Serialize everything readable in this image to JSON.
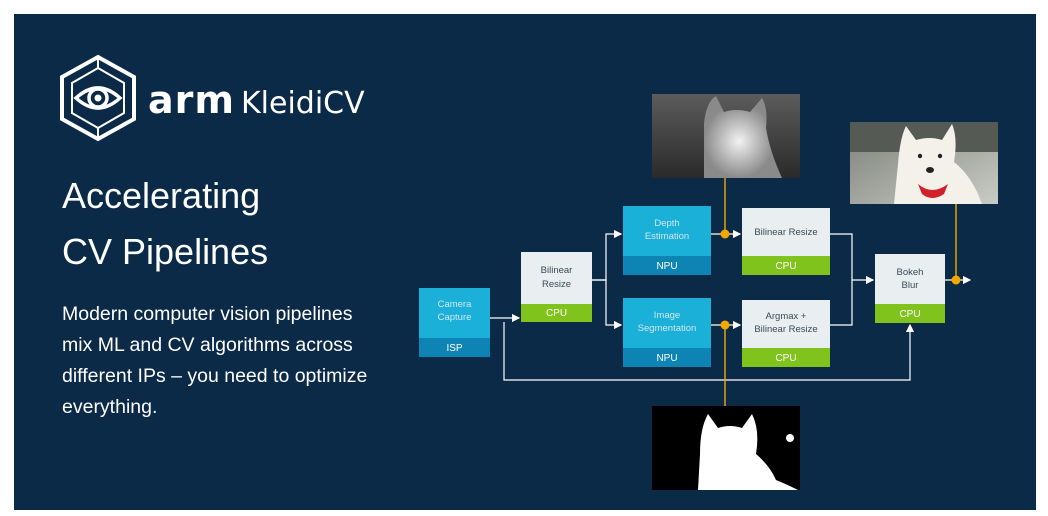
{
  "brand": {
    "company": "arm",
    "product": "KleidiCV"
  },
  "title": {
    "line1": "Accelerating",
    "line2": "CV Pipelines"
  },
  "description": "Modern computer vision pipelines mix ML and CV algorithms across different IPs – you need to optimize everything.",
  "icons": {
    "logo": "eye-hexagon-icon"
  },
  "colors": {
    "background": "#0b2a48",
    "ml_node": "#1ab0d8",
    "cv_node": "#e9eef1",
    "cpu_band": "#7fc31c",
    "npu_band": "#0e84b5",
    "connector_dot": "#f5a800"
  },
  "pipeline": {
    "nodes": [
      {
        "id": "camera",
        "label1": "Camera",
        "label2": "Capture",
        "ip": "ISP"
      },
      {
        "id": "resize1",
        "label1": "Bilinear",
        "label2": "Resize",
        "ip": "CPU"
      },
      {
        "id": "depth",
        "label1": "Depth",
        "label2": "Estimation",
        "ip": "NPU"
      },
      {
        "id": "seg",
        "label1": "Image",
        "label2": "Segmentation",
        "ip": "NPU"
      },
      {
        "id": "resize2",
        "label1": "Bilinear Resize",
        "ip": "CPU"
      },
      {
        "id": "argmax",
        "label1": "Argmax +",
        "label2": "Bilinear Resize",
        "ip": "CPU"
      },
      {
        "id": "bokeh",
        "label1": "Bokeh",
        "label2": "Blur",
        "ip": "CPU"
      }
    ],
    "images": [
      {
        "id": "depth-map",
        "icon": "depth-map-thumbnail"
      },
      {
        "id": "output-photo",
        "icon": "dog-photo-thumbnail"
      },
      {
        "id": "segmentation-mask",
        "icon": "segmentation-mask-thumbnail"
      }
    ]
  }
}
